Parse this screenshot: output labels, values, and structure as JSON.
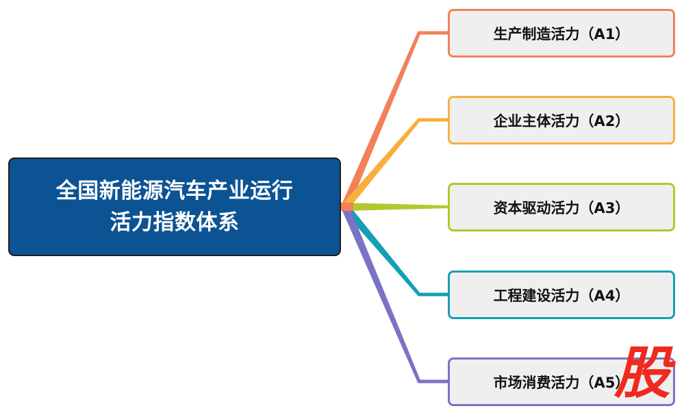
{
  "root": {
    "line1": "全国新能源汽车产业运行",
    "line2": "活力指数体系",
    "color": "#0c5394"
  },
  "branches": [
    {
      "label": "生产制造活力（A1）",
      "color": "#f2805a"
    },
    {
      "label": "企业主体活力（A2）",
      "color": "#f7b03d"
    },
    {
      "label": "资本驱动活力（A3）",
      "color": "#b5c72e"
    },
    {
      "label": "工程建设活力（A4）",
      "color": "#149fb4"
    },
    {
      "label": "市场消费活力（A5）",
      "color": "#7a73c4"
    }
  ],
  "watermark": {
    "text": "股",
    "color": "#f02a1e"
  }
}
